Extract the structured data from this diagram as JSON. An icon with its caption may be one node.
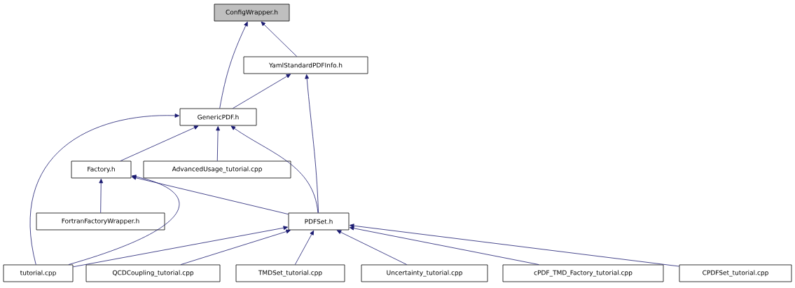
{
  "diagram": {
    "nodes": [
      {
        "text": [
          "ConfigWrapper.h"
        ]
      },
      {
        "text": [
          "YamlStandardPDFInfo.h"
        ]
      },
      {
        "text": [
          "GenericPDF.h"
        ]
      },
      {
        "text": [
          "Factory.h"
        ]
      },
      {
        "text": [
          "AdvancedUsage_tutorial.cpp"
        ]
      },
      {
        "text": [
          "FortranFactoryWrapper.h"
        ]
      },
      {
        "text": [
          "PDFSet.h"
        ]
      },
      {
        "text": [
          "tutorial.cpp"
        ]
      },
      {
        "text": [
          "QCDCoupling_tutorial.cpp"
        ]
      },
      {
        "text": [
          "TMDSet_tutorial.cpp"
        ]
      },
      {
        "text": [
          "Uncertainty_tutorial.cpp"
        ]
      },
      {
        "text": [
          "cPDF_TMD_Factory_tutorial.cpp"
        ]
      },
      {
        "text": [
          "CPDFSet_tutorial.cpp"
        ]
      }
    ],
    "edges": [
      {
        "from": 2,
        "to": 0,
        "arrow": "to"
      },
      {
        "from": 1,
        "to": 0,
        "arrow": "to"
      },
      {
        "from": 2,
        "to": 1,
        "arrow": "to"
      },
      {
        "from": 6,
        "to": 1,
        "arrow": "to"
      },
      {
        "from": 3,
        "to": 2,
        "arrow": "to"
      },
      {
        "from": 4,
        "to": 2,
        "arrow": "to"
      },
      {
        "from": 7,
        "to": 2,
        "arrow": "to"
      },
      {
        "from": 6,
        "to": 2,
        "arrow": "to"
      },
      {
        "from": 5,
        "to": 3,
        "arrow": "to"
      },
      {
        "from": 6,
        "to": 3,
        "arrow": "to"
      },
      {
        "from": 7,
        "to": 3,
        "arrow": "to"
      },
      {
        "from": 7,
        "to": 6,
        "arrow": "to"
      },
      {
        "from": 8,
        "to": 6,
        "arrow": "to"
      },
      {
        "from": 9,
        "to": 6,
        "arrow": "to"
      },
      {
        "from": 10,
        "to": 6,
        "arrow": "to"
      },
      {
        "from": 11,
        "to": 6,
        "arrow": "to"
      },
      {
        "from": 12,
        "to": 6,
        "arrow": "to"
      }
    ]
  }
}
